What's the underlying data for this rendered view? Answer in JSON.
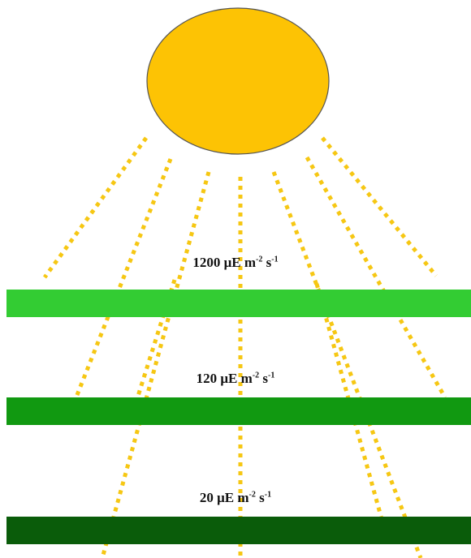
{
  "colors": {
    "sun_fill": "#FDC304",
    "sun_stroke": "#555555",
    "ray": "#F6C713",
    "band_high": "#33CC33",
    "band_mid": "#119911",
    "band_low": "#0A5C0A"
  },
  "labels": {
    "high": {
      "value": "1200",
      "unit": "μE m",
      "exp1": "-2",
      "mid": " s",
      "exp2": "-1"
    },
    "mid": {
      "value": "120",
      "unit": "μE m",
      "exp1": "-2",
      "mid": " s",
      "exp2": "-1"
    },
    "low": {
      "value": "20",
      "unit": "μE m",
      "exp1": "-2",
      "mid": " s",
      "exp2": "-1"
    }
  }
}
